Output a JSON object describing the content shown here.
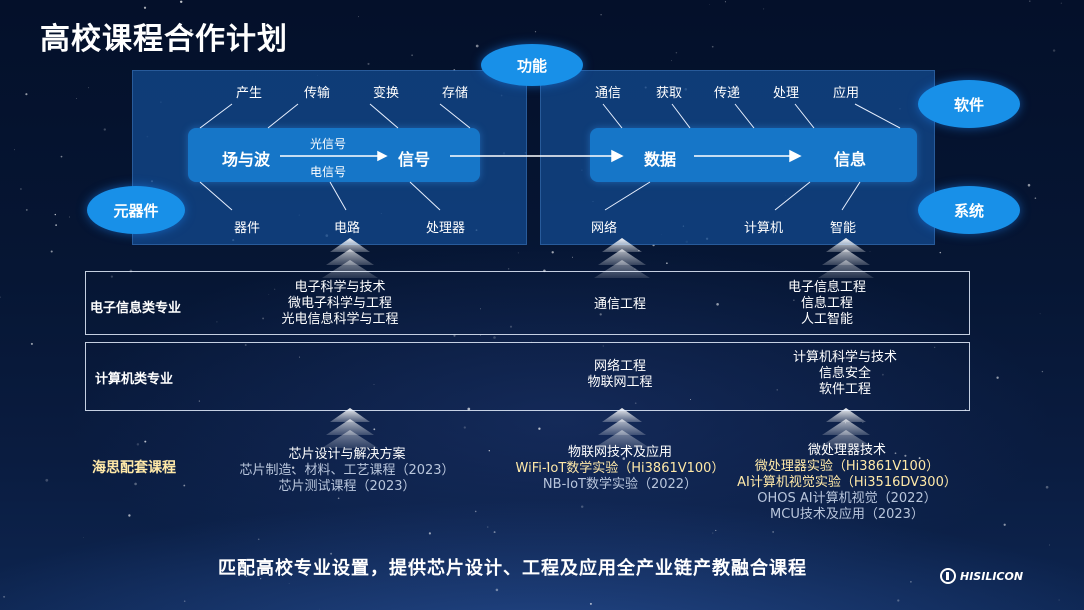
{
  "title": "高校课程合作计划",
  "ellipses": {
    "function": "功能",
    "software": "软件",
    "components": "元器件",
    "system": "系统"
  },
  "left_panel": {
    "top_labels": [
      "产生",
      "传输",
      "变换",
      "存储"
    ],
    "bottom_labels": [
      "器件",
      "电路",
      "处理器"
    ],
    "node_field": "场与波",
    "node_signal": "信号",
    "arrow_top": "光信号",
    "arrow_bottom": "电信号"
  },
  "right_panel": {
    "top_labels": [
      "通信",
      "获取",
      "传递",
      "处理",
      "应用"
    ],
    "bottom_labels": [
      "网络",
      "计算机",
      "智能"
    ],
    "node_data": "数据",
    "node_info": "信息"
  },
  "electronic_row": {
    "label": "电子信息类专业",
    "col1": [
      "电子科学与技术",
      "微电子科学与工程",
      "光电信息科学与工程"
    ],
    "col2": [
      "通信工程"
    ],
    "col3": [
      "电子信息工程",
      "信息工程",
      "人工智能"
    ]
  },
  "computer_row": {
    "label": "计算机类专业",
    "col2": [
      "网络工程",
      "物联网工程"
    ],
    "col3": [
      "计算机科学与技术",
      "信息安全",
      "软件工程"
    ]
  },
  "hisi_courses": {
    "label": "海思配套课程",
    "col1": {
      "main": "芯片设计与解决方案",
      "subs": [
        "芯片制造、材料、工艺课程（2023）",
        "芯片测试课程（2023）"
      ]
    },
    "col2": {
      "main": "物联网技术及应用",
      "highlight": "WiFi-IoT数学实验（Hi3861V100）",
      "subs": [
        "NB-IoT数学实验（2022）"
      ]
    },
    "col3": {
      "main": "微处理器技术",
      "highlights": [
        "微处理器实验（Hi3861V100）",
        "AI计算机视觉实验（Hi3516DV300）"
      ],
      "subs": [
        "OHOS AI计算机视觉（2022）",
        "MCU技术及应用（2023）"
      ]
    }
  },
  "footer": "匹配高校专业设置，提供芯片设计、工程及应用全产业链产教融合课程",
  "logo": "HISILICON"
}
